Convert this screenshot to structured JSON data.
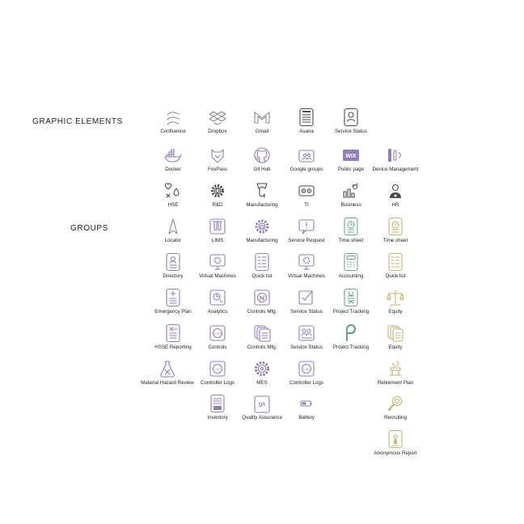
{
  "sections": {
    "graphic_elements": "GRAPHIC ELEMENTS",
    "groups": "GROUPS"
  },
  "colors": {
    "gray": "#8a8a8e",
    "dark": "#4a4a52",
    "purple": "#8f7fb3",
    "teal": "#6fa38f",
    "gold": "#c2b074"
  },
  "rows": [
    [
      {
        "label": "Confluence",
        "icon": "confluence-icon",
        "color": "gray"
      },
      {
        "label": "Dropbox",
        "icon": "dropbox-icon",
        "color": "gray"
      },
      {
        "label": "Gmail",
        "icon": "gmail-icon",
        "color": "gray"
      },
      {
        "label": "Asana",
        "icon": "asana-icon",
        "color": "dark"
      },
      {
        "label": "Service Status",
        "icon": "service-status-icon",
        "color": "dark"
      }
    ],
    [
      {
        "label": "Docker",
        "icon": "docker-icon",
        "color": "purple"
      },
      {
        "label": "FoxPass",
        "icon": "foxpass-icon",
        "color": "purple"
      },
      {
        "label": "Git Hub",
        "icon": "github-icon",
        "color": "purple"
      },
      {
        "label": "Google groups",
        "icon": "google-groups-icon",
        "color": "purple"
      },
      {
        "label": "Public page",
        "icon": "wix-icon",
        "color": "purple"
      },
      {
        "label": "Device Management",
        "icon": "device-management-icon",
        "color": "purple"
      }
    ],
    [
      {
        "label": "HSE",
        "icon": "hse-icon",
        "color": "dark"
      },
      {
        "label": "R&D",
        "icon": "rnd-gear-icon",
        "color": "dark"
      },
      {
        "label": "Manufacturing",
        "icon": "manufacturing-icon",
        "color": "dark"
      },
      {
        "label": "TI",
        "icon": "ti-icon",
        "color": "dark"
      },
      {
        "label": "Business",
        "icon": "business-icon",
        "color": "dark"
      },
      {
        "label": "HR",
        "icon": "hr-icon",
        "color": "dark"
      }
    ],
    [
      {
        "label": "Locator",
        "icon": "locator-icon",
        "color": "gray"
      },
      {
        "label": "LIMS",
        "icon": "lims-icon",
        "color": "purple"
      },
      {
        "label": "Manufacturing",
        "icon": "manufacturing-gear-icon",
        "color": "purple"
      },
      {
        "label": "Service Request",
        "icon": "service-request-icon",
        "color": "purple"
      },
      {
        "label": "Time sheet",
        "icon": "timesheet-icon",
        "color": "teal"
      },
      {
        "label": "Time sheet",
        "icon": "timesheet-icon",
        "color": "gold"
      }
    ],
    [
      {
        "label": "Directory",
        "icon": "directory-icon",
        "color": "purple"
      },
      {
        "label": "Virtual Machines",
        "icon": "virtual-machines-icon",
        "color": "purple"
      },
      {
        "label": "Quick list",
        "icon": "quick-list-icon",
        "color": "purple"
      },
      {
        "label": "Virtual Machines",
        "icon": "virtual-machines-icon",
        "color": "purple"
      },
      {
        "label": "Accounting",
        "icon": "accounting-icon",
        "color": "teal"
      },
      {
        "label": "Quick list",
        "icon": "quick-list-icon",
        "color": "gold"
      }
    ],
    [
      {
        "label": "Emergency Plan",
        "icon": "emergency-plan-icon",
        "color": "purple"
      },
      {
        "label": "Analytics",
        "icon": "analytics-icon",
        "color": "purple"
      },
      {
        "label": "Controls Mfg.",
        "icon": "controls-mfg-icon",
        "color": "purple"
      },
      {
        "label": "Service Status",
        "icon": "service-status-check-icon",
        "color": "purple"
      },
      {
        "label": "Project Tracking",
        "icon": "project-tracking-icon",
        "color": "teal"
      },
      {
        "label": "Equity",
        "icon": "equity-scale-icon",
        "color": "gold"
      }
    ],
    [
      {
        "label": "HSSE Reporting",
        "icon": "hsse-reporting-icon",
        "color": "purple"
      },
      {
        "label": "Controls",
        "icon": "controls-icon",
        "color": "purple"
      },
      {
        "label": "Controls Mfg.",
        "icon": "controls-mfg-stack-icon",
        "color": "purple"
      },
      {
        "label": "Service Status",
        "icon": "service-status-people-icon",
        "color": "purple"
      },
      {
        "label": "Project Tracking",
        "icon": "project-tracking-p-icon",
        "color": "teal"
      },
      {
        "label": "Equity",
        "icon": "equity-stack-icon",
        "color": "gold"
      }
    ],
    [
      {
        "label": "Material Hazard Review",
        "icon": "material-hazard-icon",
        "color": "purple"
      },
      {
        "label": "Controller Logs",
        "icon": "controller-logs-icon",
        "color": "purple"
      },
      {
        "label": "MES",
        "icon": "mes-gear-icon",
        "color": "purple"
      },
      {
        "label": "Controller Logs",
        "icon": "controller-logs-icon",
        "color": "purple"
      },
      null,
      {
        "label": "Retirement Plan",
        "icon": "retirement-plan-icon",
        "color": "gold"
      }
    ],
    [
      null,
      {
        "label": "Inventory",
        "icon": "inventory-icon",
        "color": "purple"
      },
      {
        "label": "Quality Assurance",
        "icon": "quality-assurance-icon",
        "color": "purple"
      },
      {
        "label": "Battery",
        "icon": "battery-icon",
        "color": "purple"
      },
      null,
      {
        "label": "Recruiting",
        "icon": "recruiting-icon",
        "color": "gold"
      }
    ],
    [
      null,
      null,
      null,
      null,
      null,
      {
        "label": "Anonymous Report",
        "icon": "anonymous-report-icon",
        "color": "gold"
      }
    ]
  ]
}
